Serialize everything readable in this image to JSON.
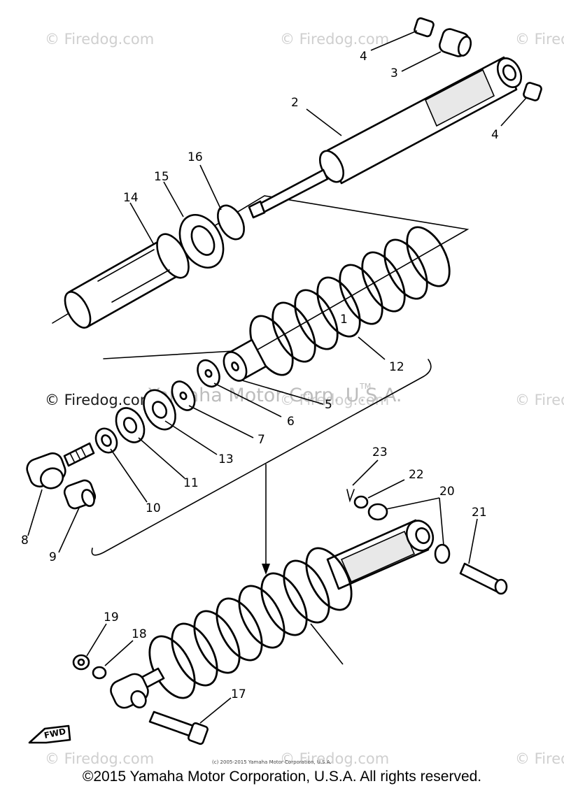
{
  "watermarks": {
    "site": "© Firedog.com",
    "corp": "Yamaha Motor Corp. U.S.A.",
    "tm": "TM"
  },
  "fine_print": "(c) 2005-2015 Yamaha Motor Corporation, U.S.A.",
  "copyright": "©2015 Yamaha Motor Corporation, U.S.A. All rights reserved.",
  "fwd_label": "FWD",
  "callouts": [
    "1",
    "2",
    "3",
    "4",
    "4",
    "5",
    "6",
    "7",
    "8",
    "9",
    "10",
    "11",
    "12",
    "13",
    "14",
    "15",
    "16",
    "17",
    "18",
    "19",
    "20",
    "21",
    "22",
    "23"
  ]
}
